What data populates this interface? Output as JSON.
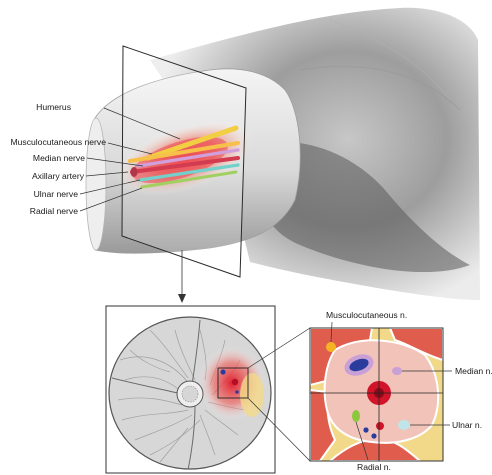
{
  "arm_labels": [
    "Humerus",
    "Musculocutaneous nerve",
    "Median nerve",
    "Axillary artery",
    "Ulnar nerve",
    "Radial nerve"
  ],
  "zoom_labels": {
    "musculocutaneous": "Musculocutaneous n.",
    "median": "Median n.",
    "ulnar": "Ulnar n.",
    "radial": "Radial n."
  },
  "colors": {
    "humerus": "#f0c419",
    "musculocutaneous": "#f5b323",
    "median": "#c9a0d6",
    "artery": "#d0142a",
    "ulnar": "#56c6c0",
    "radial": "#8dc63f",
    "anesthetic_halo": "#e8202a",
    "fascia_yellow": "#f2d98a",
    "muscle": "#e05d4d",
    "sheath_pink": "#f2c3b9"
  }
}
